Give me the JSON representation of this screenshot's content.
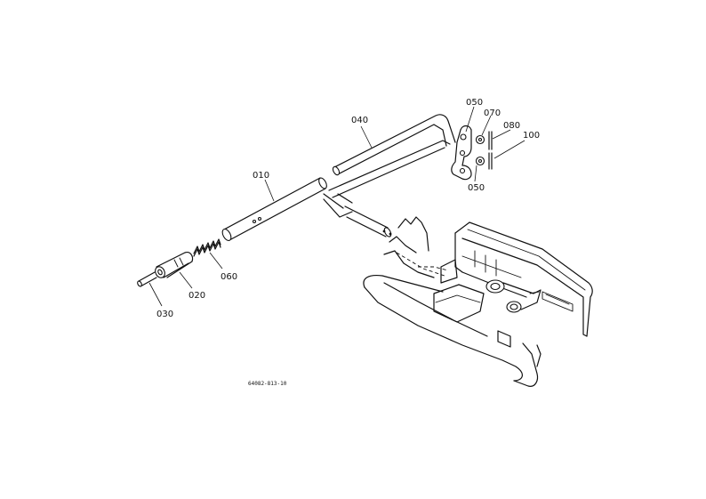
{
  "diagram": {
    "callouts": {
      "p010": "010",
      "p020": "020",
      "p030": "030",
      "p040": "040",
      "p050a": "050",
      "p050b": "050",
      "p060": "060",
      "p070": "070",
      "p080": "080",
      "p100": "100"
    },
    "drawing_code": "64082-813-10"
  }
}
